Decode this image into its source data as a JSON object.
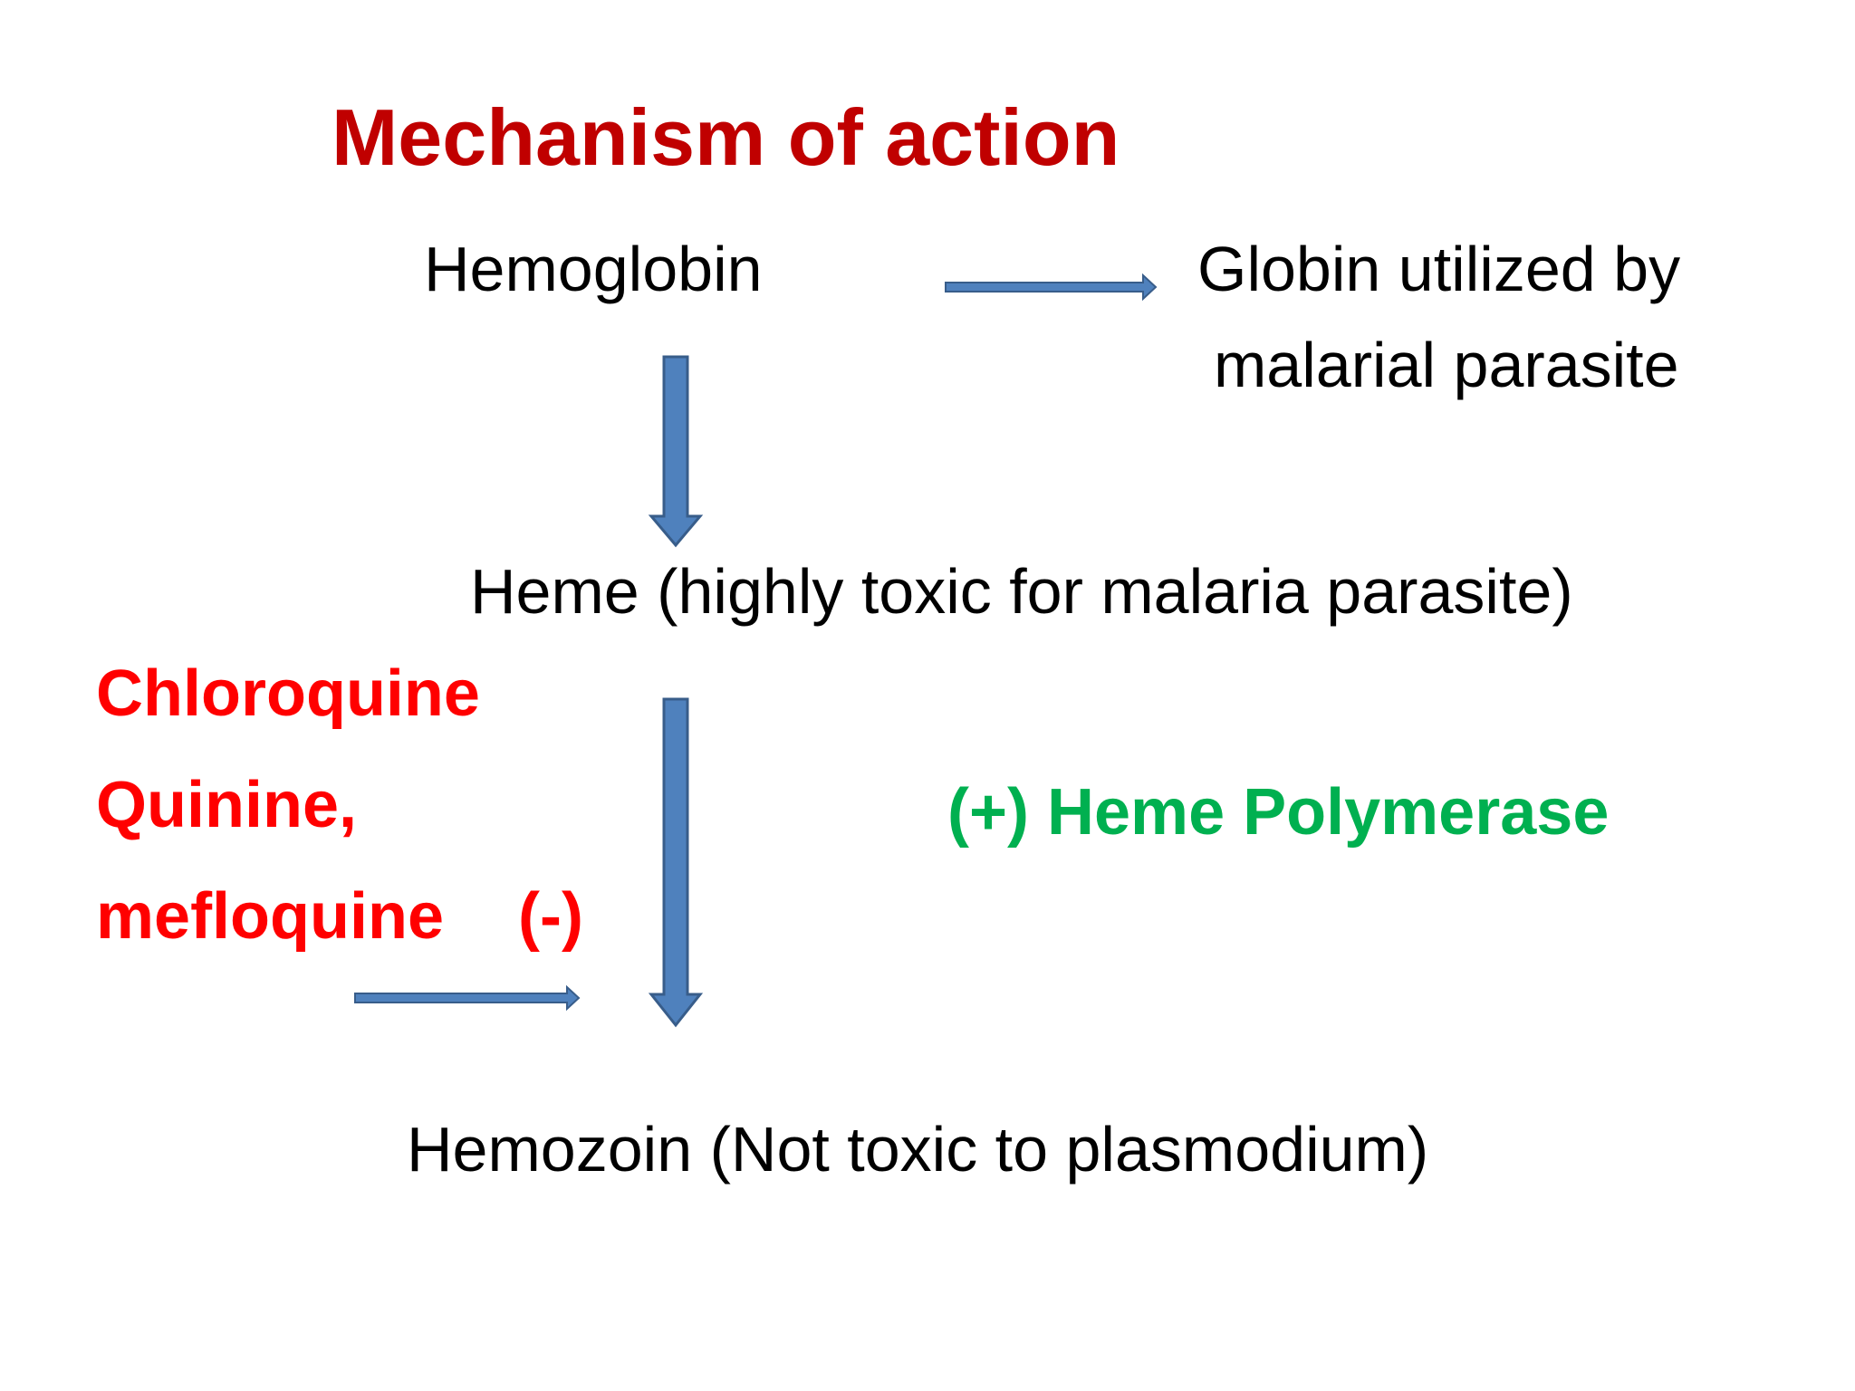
{
  "title": "Mechanism of action",
  "nodes": {
    "hemoglobin": "Hemoglobin",
    "globin_line1": "Globin utilized by",
    "globin_line2": "malarial parasite",
    "heme": "Heme (highly toxic for malaria parasite)",
    "hemozoin": "Hemozoin (Not toxic to plasmodium)"
  },
  "drugs": {
    "line1": "Chloroquine",
    "line2": "Quinine,",
    "line3": "mefloquine",
    "inhibition": "(-)"
  },
  "enzyme": "(+)  Heme Polymerase",
  "colors": {
    "title": "#c00000",
    "drugs": "#ff0000",
    "enzyme": "#00b050",
    "arrow_fill": "#4f81bd",
    "arrow_stroke": "#385d8a"
  }
}
